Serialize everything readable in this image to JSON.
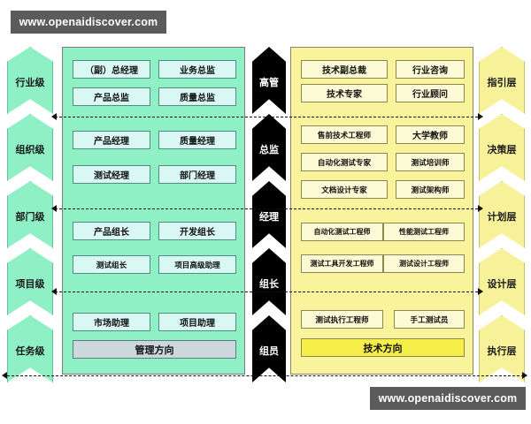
{
  "watermark": {
    "top": "www.openaidiscover.com",
    "bottom": "www.openaidiscover.com"
  },
  "colors": {
    "management_panel": "#8ef0c4",
    "technical_panel": "#f9f39c",
    "center_ladder": "#000000",
    "left_ladder": "#8ef0c4",
    "right_ladder": "#f7f19a",
    "management_footer": "#cdd8dd",
    "technical_footer": "#f6ef4a"
  },
  "left_ladder": {
    "name": "scope-levels",
    "items": [
      {
        "label": "行业级"
      },
      {
        "label": "组织级"
      },
      {
        "label": "部门级"
      },
      {
        "label": "项目级"
      },
      {
        "label": "任务级"
      }
    ]
  },
  "center_ladder": {
    "name": "rank-levels",
    "items": [
      {
        "label": "高管"
      },
      {
        "label": "总监"
      },
      {
        "label": "经理"
      },
      {
        "label": "组长"
      },
      {
        "label": "组员"
      }
    ]
  },
  "right_ladder": {
    "name": "function-layers",
    "items": [
      {
        "label": "指引层"
      },
      {
        "label": "决策层"
      },
      {
        "label": "计划层"
      },
      {
        "label": "设计层"
      },
      {
        "label": "执行层"
      }
    ]
  },
  "management_panel": {
    "footer_label": "管理方向",
    "groups": [
      {
        "rows": [
          [
            "（副）总经理",
            "业务总监"
          ],
          [
            "产品总监",
            "质量总监"
          ]
        ]
      },
      {
        "rows": [
          [
            "产品经理",
            "质量经理"
          ],
          [
            "测试经理",
            "部门经理"
          ]
        ]
      },
      {
        "rows": [
          [
            "产品组长",
            "开发组长"
          ],
          [
            "测试组长",
            "项目高级助理"
          ]
        ]
      },
      {
        "rows": [
          [
            "市场助理",
            "项目助理"
          ]
        ]
      }
    ]
  },
  "technical_panel": {
    "footer_label": "技术方向",
    "groups": [
      {
        "rows": [
          [
            "技术副总裁",
            "行业咨询"
          ],
          [
            "技术专家",
            "行业顾问"
          ]
        ]
      },
      {
        "rows": [
          [
            "售前技术工程师",
            "大学教师"
          ],
          [
            "自动化测试专家",
            "测试培训师"
          ],
          [
            "文档设计专家",
            "测试架构师"
          ]
        ]
      },
      {
        "rows": [
          [
            "自动化测试工程师",
            "性能测试工程师"
          ],
          [
            "测试工具开发工程师",
            "测试设计工程师"
          ]
        ]
      },
      {
        "rows": [
          [
            "测试执行工程师",
            "手工测试员"
          ]
        ]
      }
    ]
  }
}
